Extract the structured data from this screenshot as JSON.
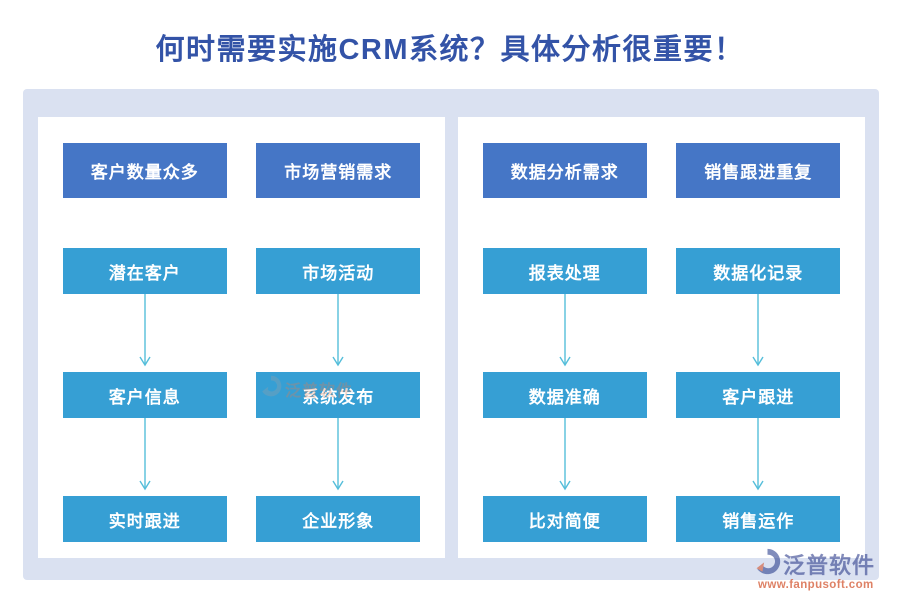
{
  "title": "何时需要实施CRM系统？具体分析很重要！",
  "colors": {
    "title": "#3353A7",
    "canvas_bg": "#DAE1F1",
    "panel_bg": "#FFFFFF",
    "header_box": "#4576C6",
    "step_box": "#369FD4",
    "arrow": "#55BEDA"
  },
  "panels": [
    {
      "columns": [
        {
          "header": "客户数量众多",
          "steps": [
            "潜在客户",
            "客户信息",
            "实时跟进"
          ]
        },
        {
          "header": "市场营销需求",
          "steps": [
            "市场活动",
            "系统发布",
            "企业形象"
          ]
        }
      ]
    },
    {
      "columns": [
        {
          "header": "数据分析需求",
          "steps": [
            "报表处理",
            "数据准确",
            "比对简便"
          ]
        },
        {
          "header": "销售跟进重复",
          "steps": [
            "数据化记录",
            "客户跟进",
            "销售运作"
          ]
        }
      ]
    }
  ],
  "watermark": {
    "text": "泛普软件"
  },
  "logo": {
    "name": "泛普软件",
    "url": "www.fanpusoft.com"
  }
}
